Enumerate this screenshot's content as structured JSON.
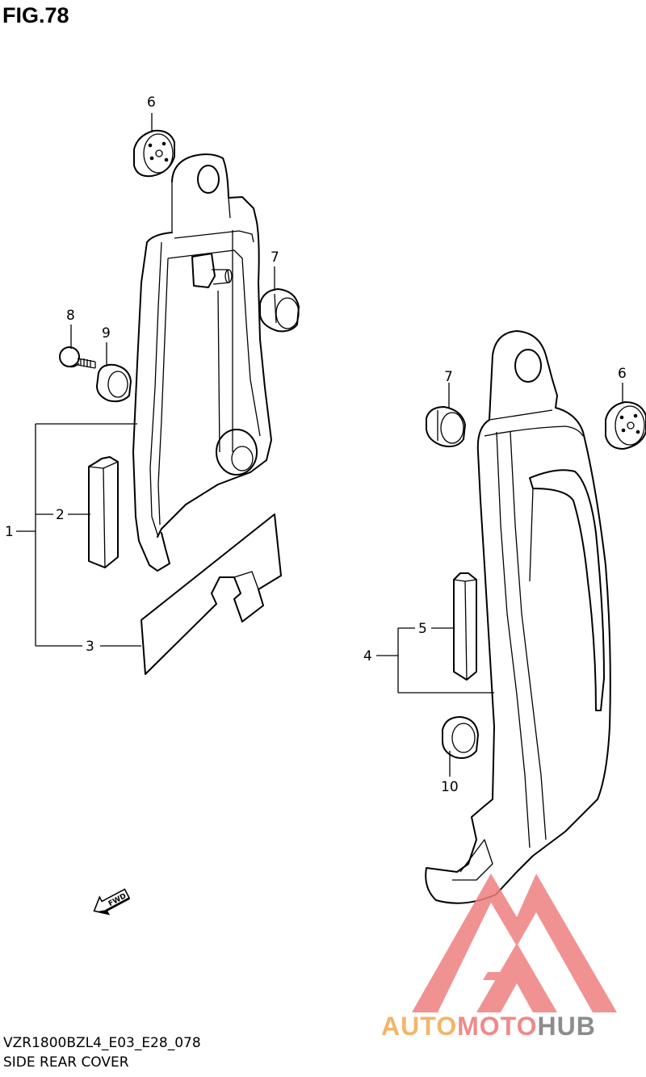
{
  "figure": {
    "title": "FIG.78",
    "model_code": "VZR1800BZL4_E03_E28_078",
    "section_title": "SIDE REAR COVER"
  },
  "callouts": [
    {
      "id": "c1",
      "label": "1"
    },
    {
      "id": "c2",
      "label": "2"
    },
    {
      "id": "c3",
      "label": "3"
    },
    {
      "id": "c4",
      "label": "4"
    },
    {
      "id": "c5",
      "label": "5"
    },
    {
      "id": "c6a",
      "label": "6"
    },
    {
      "id": "c6b",
      "label": "6"
    },
    {
      "id": "c7a",
      "label": "7"
    },
    {
      "id": "c7b",
      "label": "7"
    },
    {
      "id": "c8",
      "label": "8"
    },
    {
      "id": "c9",
      "label": "9"
    },
    {
      "id": "c10",
      "label": "10"
    }
  ],
  "direction_arrow": {
    "label": "FWD",
    "icon": "forward-arrow-icon"
  },
  "watermark": {
    "part1": "AUTO",
    "part2": "MOTO",
    "part3": "HUB",
    "colors": {
      "auto": "#f3b56a",
      "moto": "#ef8a8a",
      "hub": "#8c8c8c",
      "logo": "#ef7f7f"
    }
  }
}
